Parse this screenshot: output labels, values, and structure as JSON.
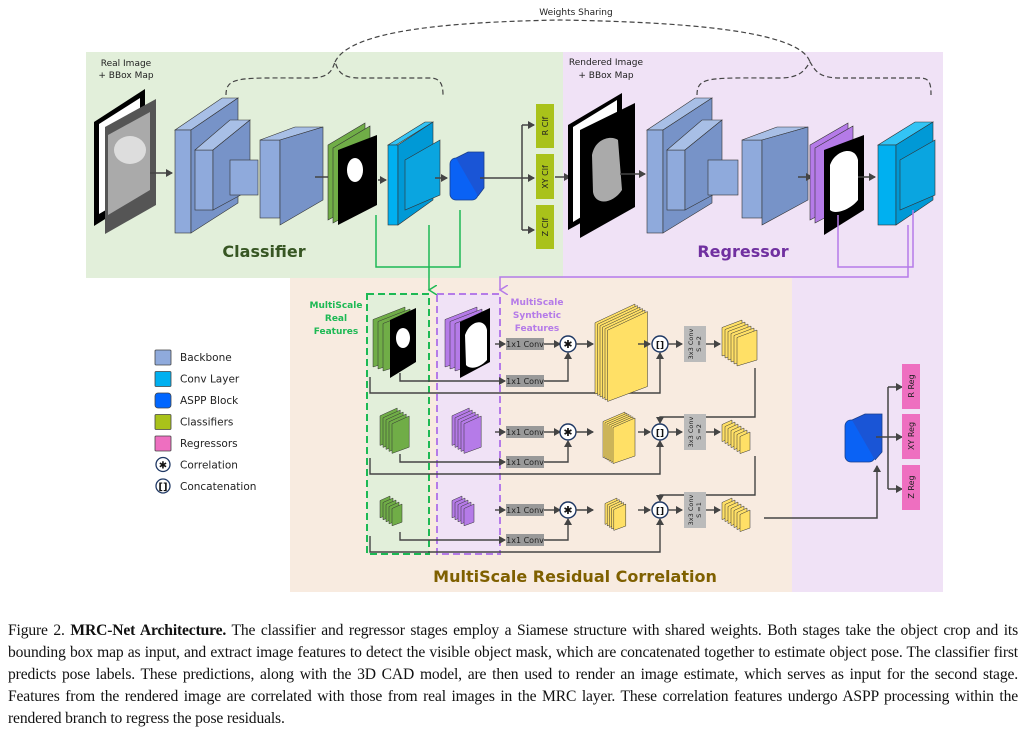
{
  "diagram": {
    "weights_sharing_label": "Weights Sharing",
    "classifier": {
      "title": "Classifier",
      "input_label_line1": "Real Image",
      "input_label_line2": "+ BBox Map",
      "heads": [
        "R Clf",
        "XY Clf",
        "Z Clf"
      ]
    },
    "regressor": {
      "title": "Regressor",
      "input_label_line1": "Rendered Image",
      "input_label_line2": "+ BBox Map",
      "heads": [
        "R Reg",
        "XY Reg",
        "Z Reg"
      ]
    },
    "mrc": {
      "title": "MultiScale Residual Correlation",
      "real_features_label": [
        "MultiScale",
        "Real",
        "Features"
      ],
      "synthetic_features_label": [
        "MultiScale",
        "Synthetic",
        "Features"
      ],
      "conv1x1_label": "1x1 Conv",
      "conv3x3_label": "3x3 Conv",
      "stride_labels": [
        "S =2",
        "S =2",
        "S =1"
      ]
    },
    "legend": [
      {
        "label": "Backbone",
        "color": "#8faadc",
        "icon": "square"
      },
      {
        "label": "Conv Layer",
        "color": "#00b0f0",
        "icon": "square"
      },
      {
        "label": "ASPP Block",
        "color": "#0066ff",
        "icon": "rounded-square"
      },
      {
        "label": "Classifiers",
        "color": "#a9c21a",
        "icon": "square"
      },
      {
        "label": "Regressors",
        "color": "#ee6fc0",
        "icon": "square"
      },
      {
        "label": "Correlation",
        "color": "#ffffff",
        "icon": "asterisk-circle"
      },
      {
        "label": "Concatenation",
        "color": "#ffffff",
        "icon": "bracket-circle"
      }
    ],
    "colors": {
      "classifier_bg": "#e2efda",
      "regressor_bg": "#f0e2f6",
      "mrc_bg": "#f8ebe0",
      "real_feature_green": "#70ad47",
      "synthetic_feature_purple": "#b57be8",
      "correlation_yellow": "#ffe066",
      "classifier_title": "#375623",
      "regressor_title": "#7030a0",
      "mrc_title": "#7f6000",
      "real_dash": "#1db954",
      "synthetic_dash": "#b57be8"
    }
  },
  "caption": {
    "prefix": "Figure 2. ",
    "bold": "MRC-Net Architecture.",
    "text": " The classifier and regressor stages employ a Siamese structure with shared weights. Both stages take the object crop and its bounding box map as input, and extract image features to detect the visible object mask, which are concatenated together to estimate object pose. The classifier first predicts pose labels. These predictions, along with the 3D CAD model, are then used to render an image estimate, which serves as input for the second stage. Features from the rendered image are correlated with those from real images in the MRC layer. These correlation features undergo ASPP processing within the rendered branch to regress the pose residuals."
  }
}
